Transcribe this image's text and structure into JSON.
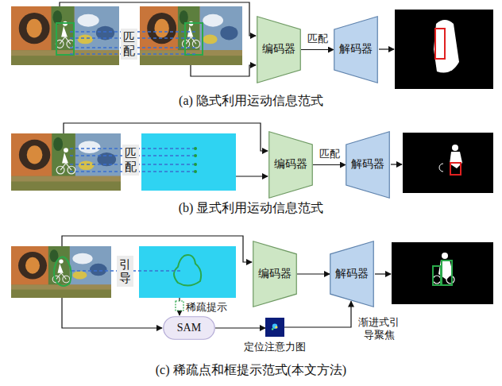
{
  "diagram": {
    "nodes": [
      {
        "text": [
          "编码器"
        ]
      },
      {
        "text": [
          "解码器"
        ]
      },
      {
        "text": [
          "编码器"
        ]
      },
      {
        "text": [
          "解码器"
        ]
      },
      {
        "text": [
          "编码器"
        ]
      },
      {
        "text": [
          "解码器"
        ]
      },
      {
        "text": [
          "SAM"
        ]
      },
      {
        "text": [
          "定位注意力图"
        ]
      }
    ],
    "edges": [
      {
        "from": 0,
        "to": 1,
        "label": "匹配",
        "arrow": "to"
      },
      {
        "from": 2,
        "to": 3,
        "label": "匹配",
        "arrow": "to"
      },
      {
        "from": 4,
        "to": 5,
        "arrow": "to"
      },
      {
        "from": 6,
        "to": 7,
        "arrow": "to"
      },
      {
        "from": 7,
        "to": 5,
        "label": "渐进式引导聚焦",
        "arrow": "to"
      }
    ],
    "labels": [
      "匹配",
      "(a) 隐式利用运动信息范式",
      "匹配",
      "(b) 显式利用运动信息范式",
      "引导",
      "稀疏提示",
      "(c) 稀疏点和框提示范式(本文方法)"
    ]
  }
}
